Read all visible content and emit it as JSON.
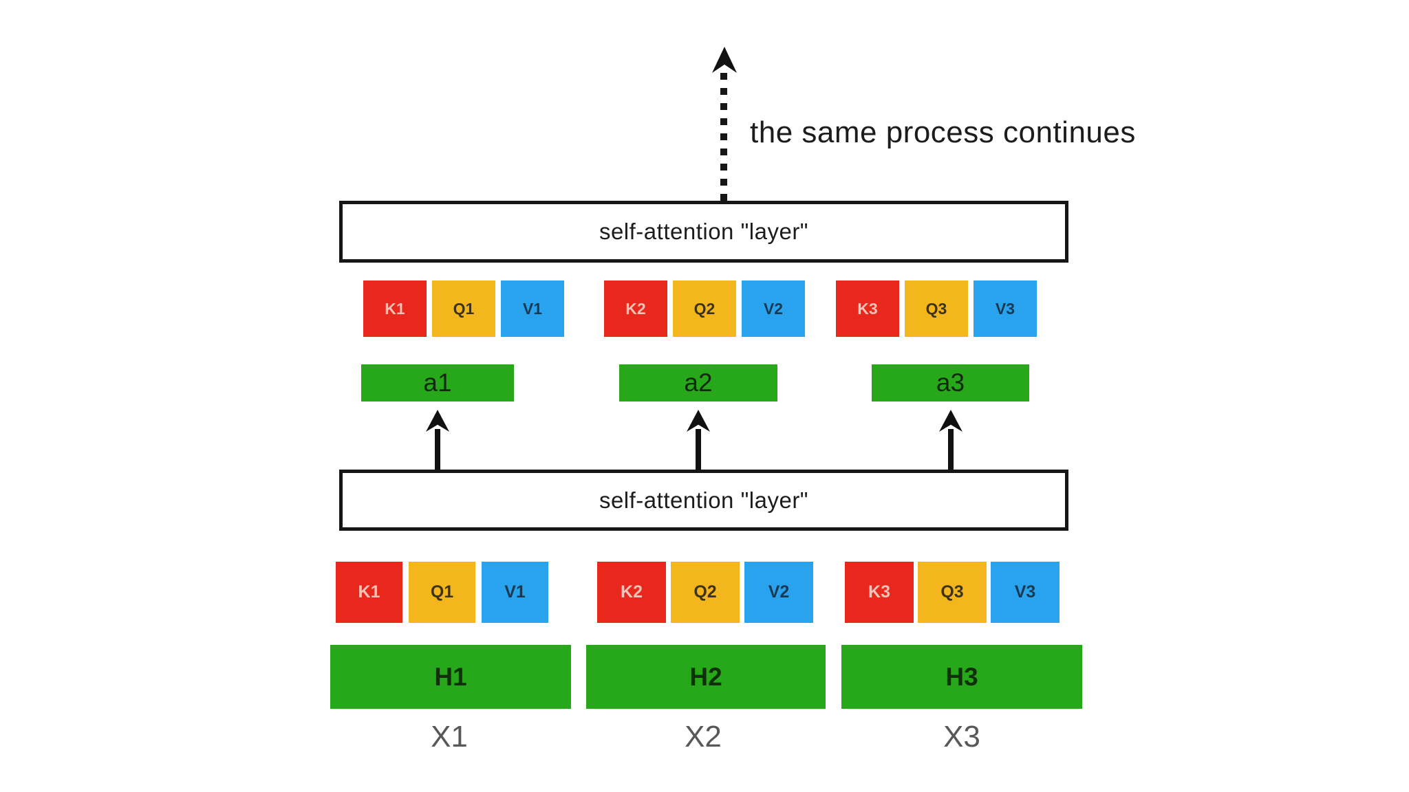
{
  "diagram": {
    "caption": "the same process continues",
    "layers": {
      "top_label": "self-attention \"layer\"",
      "bottom_label": "self-attention \"layer\""
    },
    "top_groups": [
      {
        "k": "K1",
        "q": "Q1",
        "v": "V1"
      },
      {
        "k": "K2",
        "q": "Q2",
        "v": "V2"
      },
      {
        "k": "K3",
        "q": "Q3",
        "v": "V3"
      }
    ],
    "a_row": [
      "a1",
      "a2",
      "a3"
    ],
    "bottom_groups": [
      {
        "k": "K1",
        "q": "Q1",
        "v": "V1"
      },
      {
        "k": "K2",
        "q": "Q2",
        "v": "V2"
      },
      {
        "k": "K3",
        "q": "Q3",
        "v": "V3"
      }
    ],
    "h_row": [
      "H1",
      "H2",
      "H3"
    ],
    "x_row": [
      "X1",
      "X2",
      "X3"
    ],
    "colors": {
      "key_red": "#e8281c",
      "query_yellow": "#f4b61d",
      "value_blue": "#29a3ee",
      "vector_green": "#27a81a",
      "box_border": "#161616",
      "x_label_gray": "#58585a"
    }
  }
}
